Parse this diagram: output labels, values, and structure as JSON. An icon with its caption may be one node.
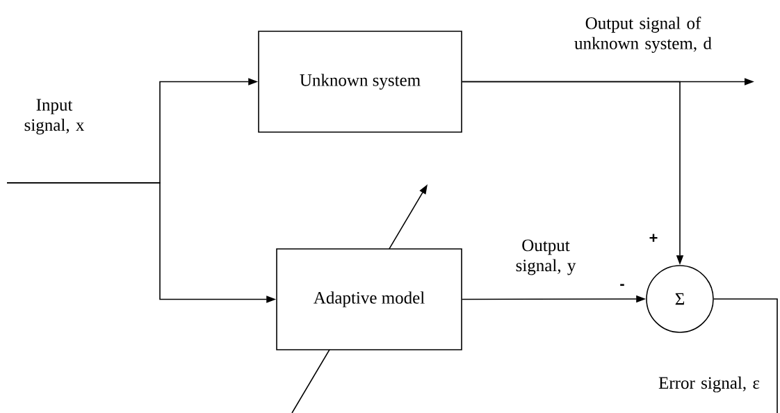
{
  "diagram": {
    "nodes": [
      {
        "text": [
          "Unknown system"
        ]
      },
      {
        "text": [
          "Adaptive model"
        ]
      },
      {
        "text": [
          "Σ"
        ]
      }
    ],
    "edges": [
      {
        "from": null,
        "to": 0,
        "arrow": "to",
        "label": "Input signal, x"
      },
      {
        "from": null,
        "to": 1,
        "arrow": "to"
      },
      {
        "from": 0,
        "to": null,
        "arrow": "to",
        "label": "Output signal of unknown system, d"
      },
      {
        "from": 0,
        "to": 2,
        "arrow": "to"
      },
      {
        "from": 1,
        "to": 2,
        "arrow": "to",
        "label": "Output signal, y"
      },
      {
        "from": 2,
        "to": null,
        "arrow": "none",
        "label": "Error signal, ε"
      }
    ],
    "labels": [
      "+",
      "-"
    ]
  }
}
